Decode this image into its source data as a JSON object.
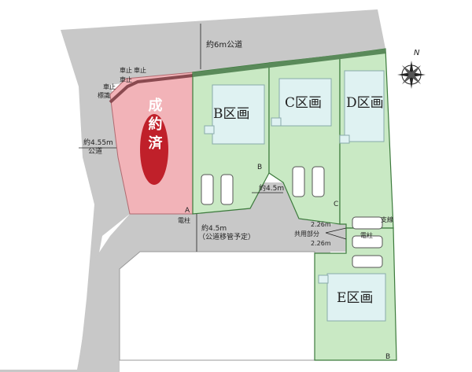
{
  "roads": {
    "north_road": "約6m公道",
    "west_road_width": "約4.55m",
    "west_road_type": "公道",
    "private_road_width": "約4.5m",
    "private_road_note": "（公道移管予定）",
    "center_width": "約4.5m"
  },
  "lots": {
    "sold_badge": "成約済",
    "b": "B区画",
    "c": "C区画",
    "d": "D区画",
    "e": "E区画"
  },
  "annotations": {
    "no_parking_1": "車止",
    "no_parking_2": "車止",
    "no_parking_3": "車止",
    "no_parking_4": "車止",
    "sign": "標識",
    "utility_pole_1": "電柱",
    "utility_pole_2": "電柱",
    "support_wire": "支線",
    "shared_part": "共用部分",
    "shared_width_top": "2.26m",
    "shared_width_bottom": "2.26m",
    "corner_a": "A",
    "corner_b": "B",
    "corner_c": "C",
    "corner_b2": "B"
  },
  "compass": {
    "north": "N"
  },
  "colors": {
    "road": "#c8c8c8",
    "lot_green": "#c9e9c4",
    "sold_pink": "#f2b3b8",
    "house": "#dff2f2",
    "badge": "#c0202a",
    "boundary": "#3c7a3c"
  }
}
